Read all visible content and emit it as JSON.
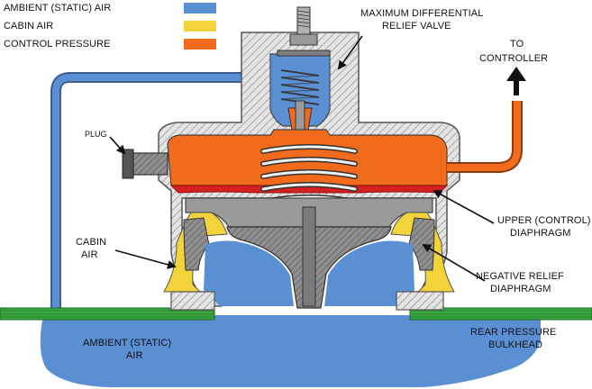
{
  "legend": [
    {
      "label": "AMBIENT (STATIC) AIR",
      "color": "#5b8fd4"
    },
    {
      "label": "CABIN AIR",
      "color": "#f2d33a"
    },
    {
      "label": "CONTROL PRESSURE",
      "color": "#f26a1b"
    }
  ],
  "labels": {
    "relief_valve_line1": "MAXIMUM DIFFERENTIAL",
    "relief_valve_line2": "RELIEF VALVE",
    "to_controller_line1": "TO",
    "to_controller_line2": "CONTROLLER",
    "plug": "PLUG",
    "cabin_air_line1": "CABIN",
    "cabin_air_line2": "AIR",
    "upper_diaphragm_line1": "UPPER (CONTROL)",
    "upper_diaphragm_line2": "DIAPHRAGM",
    "negative_relief_line1": "NEGATIVE RELIEF",
    "negative_relief_line2": "DIAPHRAGM",
    "ambient_line1": "AMBIENT (STATIC)",
    "ambient_line2": "AIR",
    "bulkhead_line1": "REAR PRESSURE",
    "bulkhead_line2": "BULKHEAD"
  },
  "colors": {
    "ambient": "#5b8fd4",
    "cabin": "#f2d33a",
    "control": "#f26a1b",
    "housing": "#c9c9c9",
    "housing_dark": "#8a8a8a",
    "bulkhead": "#3aa641",
    "diaphragm": "#d42020"
  }
}
